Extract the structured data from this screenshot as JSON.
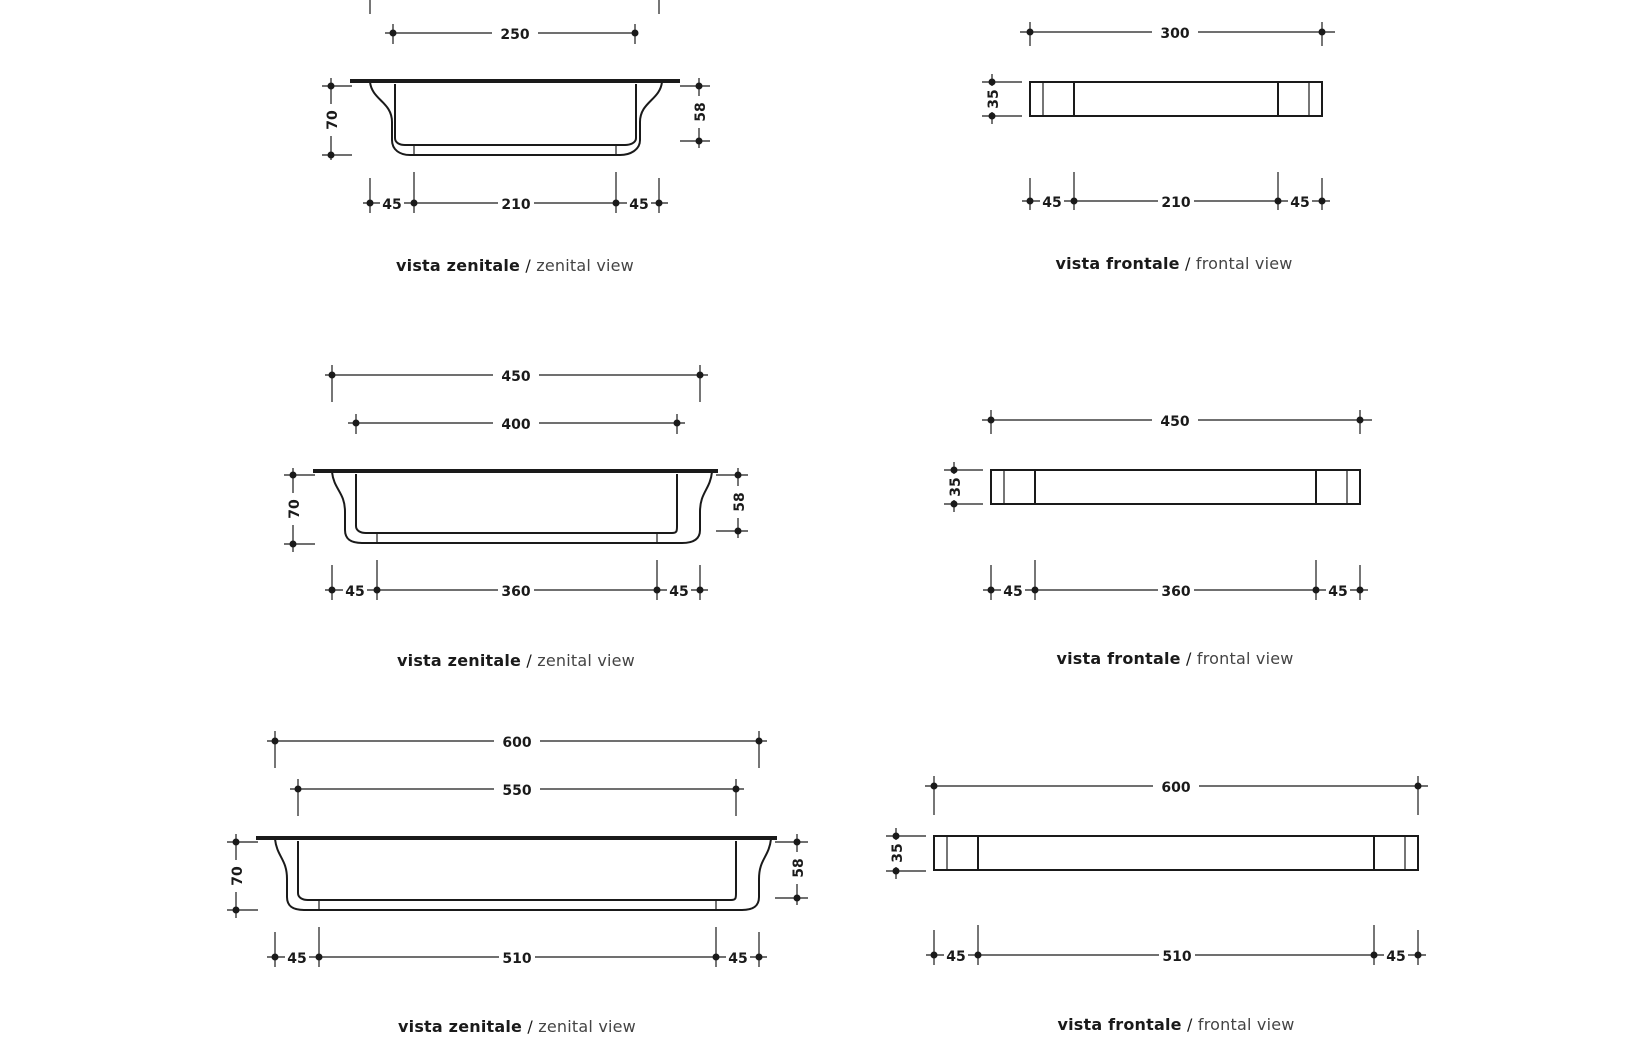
{
  "panels": [
    {
      "view": "zenital",
      "dims": {
        "overall": "",
        "top": "250",
        "left_margin": "45",
        "middle": "210",
        "right_margin": "45",
        "height_left": "70",
        "height_right": "58"
      },
      "caption": {
        "it": "vista zenitale",
        "sep": "/",
        "en": "zenital view"
      }
    },
    {
      "view": "frontal",
      "dims": {
        "top": "300",
        "left_margin": "45",
        "middle": "210",
        "right_margin": "45",
        "height": "35"
      },
      "caption": {
        "it": "vista frontale",
        "sep": "/",
        "en": "frontal view"
      }
    },
    {
      "view": "zenital",
      "dims": {
        "overall": "450",
        "top": "400",
        "left_margin": "45",
        "middle": "360",
        "right_margin": "45",
        "height_left": "70",
        "height_right": "58"
      },
      "caption": {
        "it": "vista zenitale",
        "sep": "/",
        "en": "zenital view"
      }
    },
    {
      "view": "frontal",
      "dims": {
        "top": "450",
        "left_margin": "45",
        "middle": "360",
        "right_margin": "45",
        "height": "35"
      },
      "caption": {
        "it": "vista frontale",
        "sep": "/",
        "en": "frontal view"
      }
    },
    {
      "view": "zenital",
      "dims": {
        "overall": "600",
        "top": "550",
        "left_margin": "45",
        "middle": "510",
        "right_margin": "45",
        "height_left": "70",
        "height_right": "58"
      },
      "caption": {
        "it": "vista zenitale",
        "sep": "/",
        "en": "zenital view"
      }
    },
    {
      "view": "frontal",
      "dims": {
        "top": "600",
        "left_margin": "45",
        "middle": "510",
        "right_margin": "45",
        "height": "35"
      },
      "caption": {
        "it": "vista frontale",
        "sep": "/",
        "en": "frontal view"
      }
    }
  ]
}
